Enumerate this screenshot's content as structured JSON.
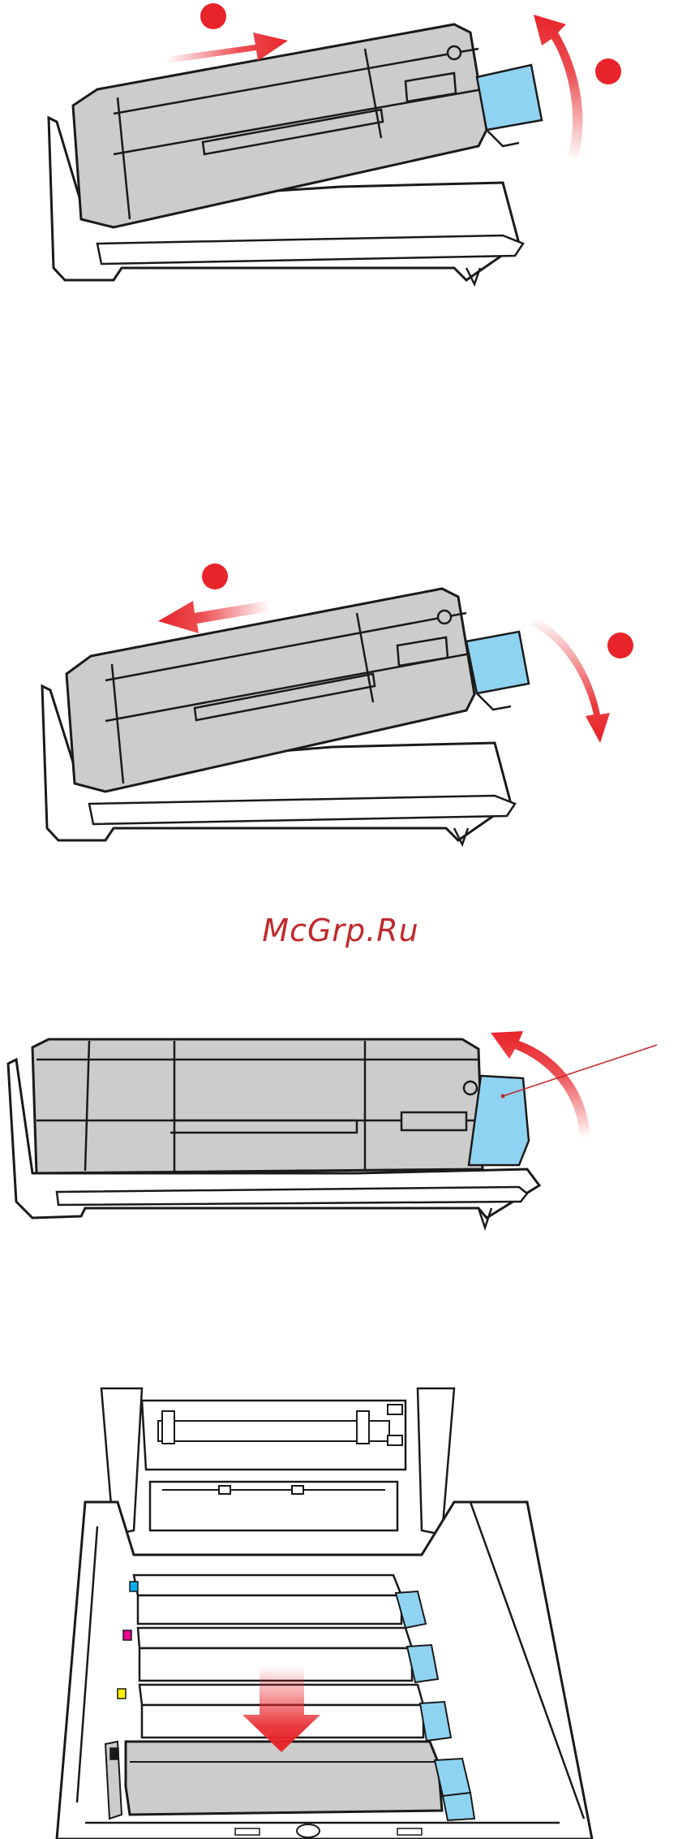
{
  "watermark": {
    "text": "McGrp.Ru",
    "color": "#c0292b"
  },
  "colors": {
    "accent_red": "#e8242a",
    "toner_blue": "#8fd3f2",
    "drum_gray": "#cccccc",
    "outline": "#1a1a1a",
    "cyan_marker": "#00aeef",
    "magenta_marker": "#ec008c",
    "yellow_marker": "#fff200",
    "black_marker": "#1a1a1a"
  },
  "figures": [
    {
      "name": "step-push-lever-tilt-drum-up",
      "icons": [
        "red-step-dot-icon",
        "right-arrow-icon",
        "curved-up-arrow-icon"
      ]
    },
    {
      "name": "step-pull-lever-tilt-drum-down",
      "icons": [
        "red-step-dot-icon",
        "left-arrow-icon",
        "curved-down-arrow-icon"
      ]
    },
    {
      "name": "step-rotate-toner-lever",
      "icons": [
        "curved-up-arrow-icon",
        "leader-line"
      ]
    },
    {
      "name": "step-insert-drum-into-printer",
      "icons": [
        "down-arrow-icon"
      ]
    }
  ]
}
